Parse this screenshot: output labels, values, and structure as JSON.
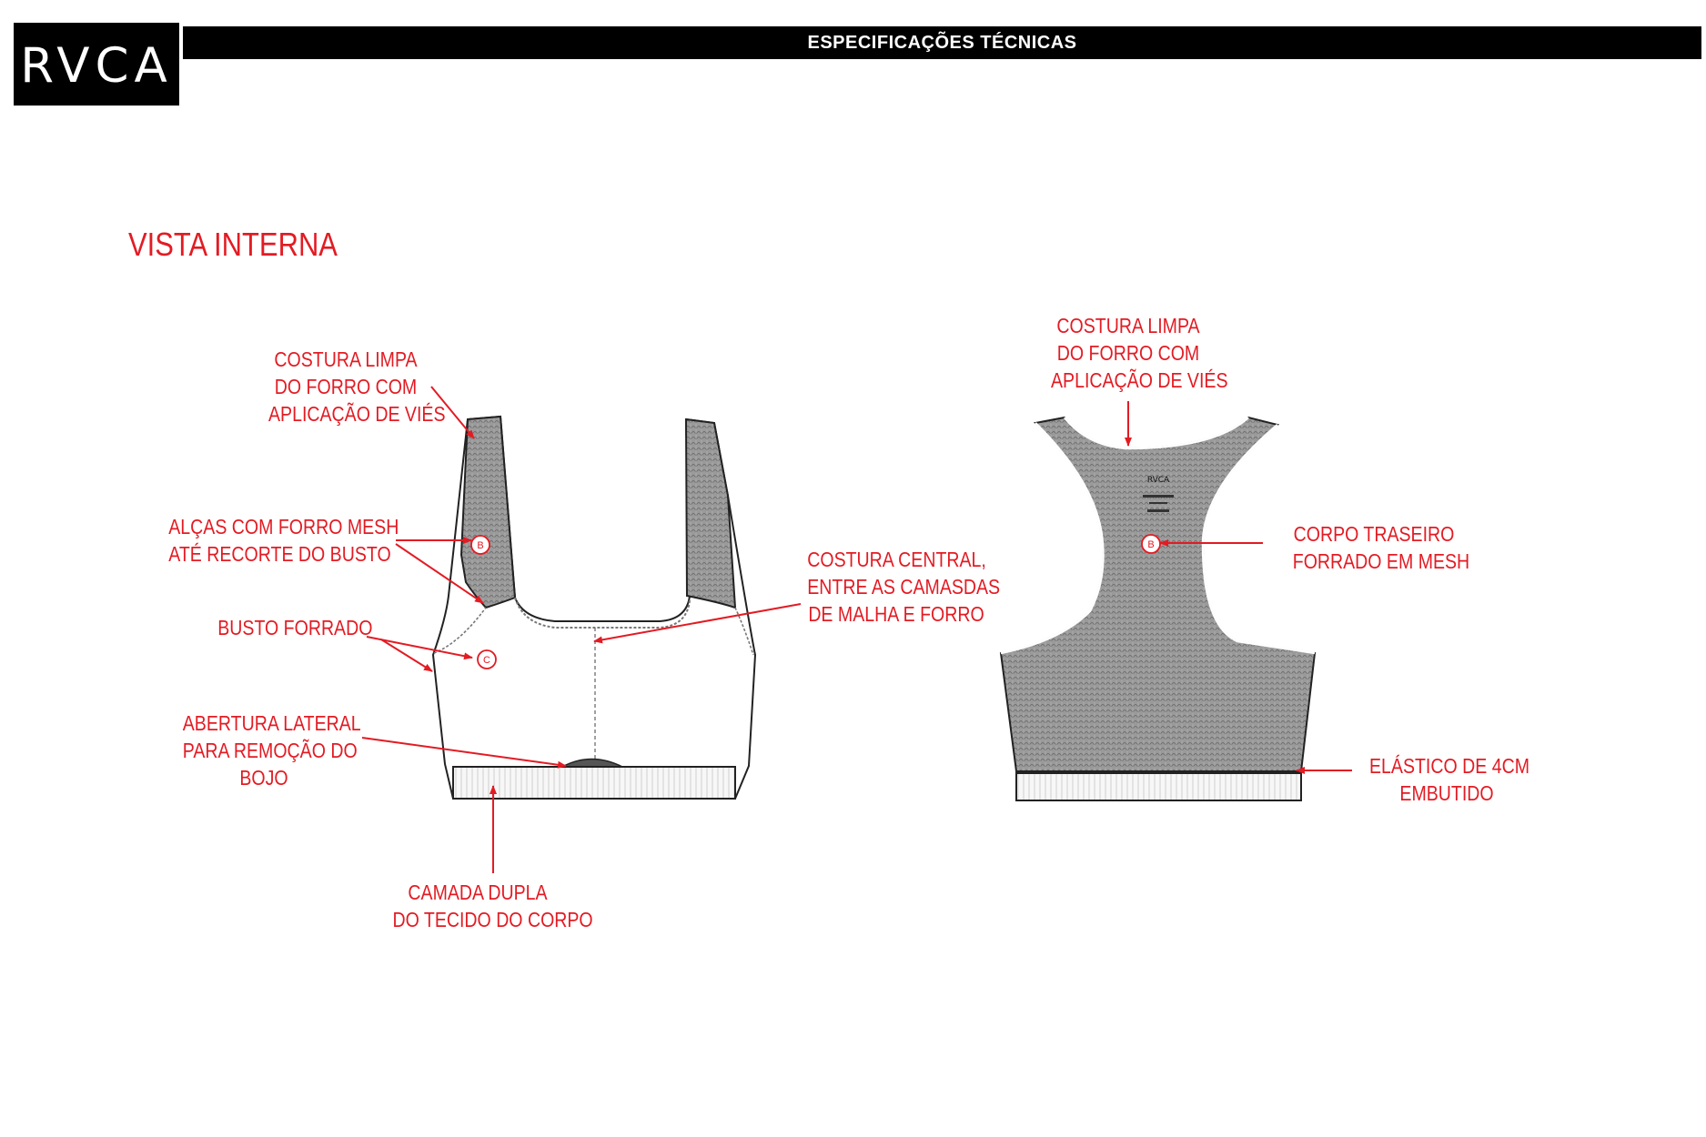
{
  "brand": {
    "logo_text": "RVCA"
  },
  "header": {
    "title": "ESPECIFICAÇÕES TÉCNICAS"
  },
  "view_title": "VISTA INTERNA",
  "front_annotations": {
    "clean_seam": "COSTURA LIMPA\nDO FORRO COM\nAPLICAÇÃO DE VIÉS",
    "straps": "ALÇAS COM FORRO MESH\nATÉ RECORTE DO BUSTO",
    "lined_bust": "BUSTO FORRADO",
    "side_opening": "ABERTURA LATERAL\nPARA REMOÇÃO DO\nBOJO",
    "double_layer": "CAMADA DUPLA\nDO TECIDO DO CORPO",
    "center_seam": "COSTURA CENTRAL,\nENTRE AS CAMASDAS\nDE MALHA E FORRO"
  },
  "back_annotations": {
    "clean_seam": "COSTURA LIMPA\nDO FORRO COM\nAPLICAÇÃO DE VIÉS",
    "back_body": "CORPO TRASEIRO\nFORRADO EM MESH",
    "elastic": "ELÁSTICO DE 4CM\nEMBUTIDO"
  },
  "markers": {
    "b": "B",
    "c": "C"
  },
  "colors": {
    "accent": "#e31b23",
    "mesh": "#8c8c8c",
    "ink": "#222222"
  }
}
